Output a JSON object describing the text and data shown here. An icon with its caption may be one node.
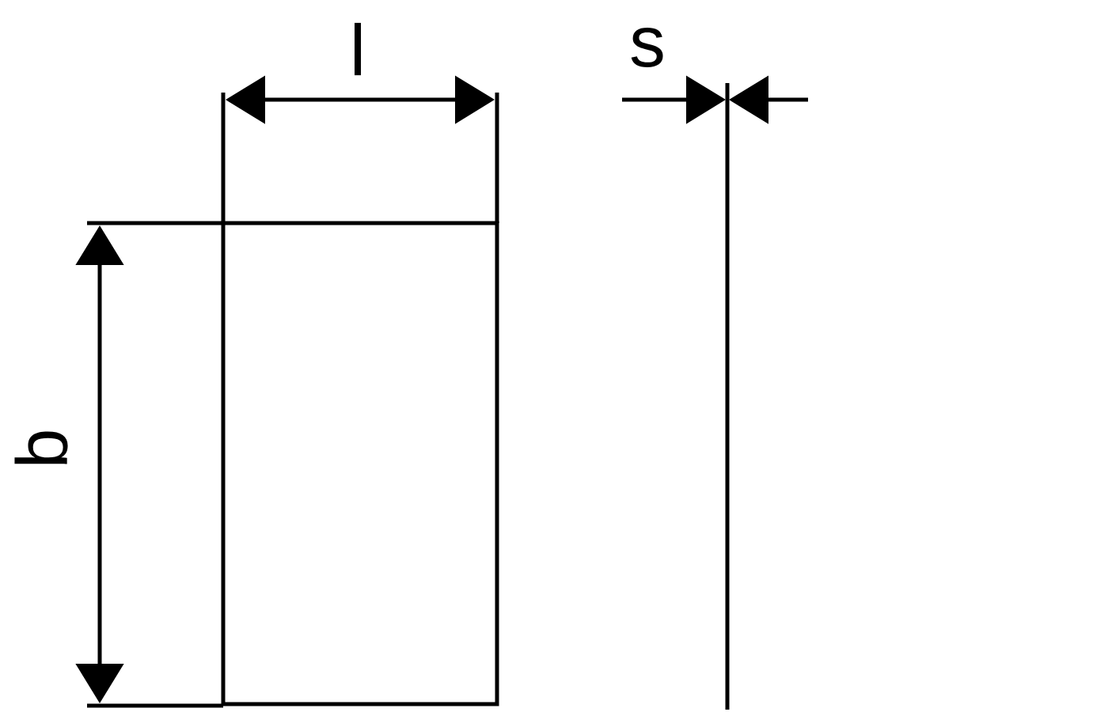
{
  "diagram": {
    "labels": [
      "l",
      "s",
      "b"
    ]
  }
}
